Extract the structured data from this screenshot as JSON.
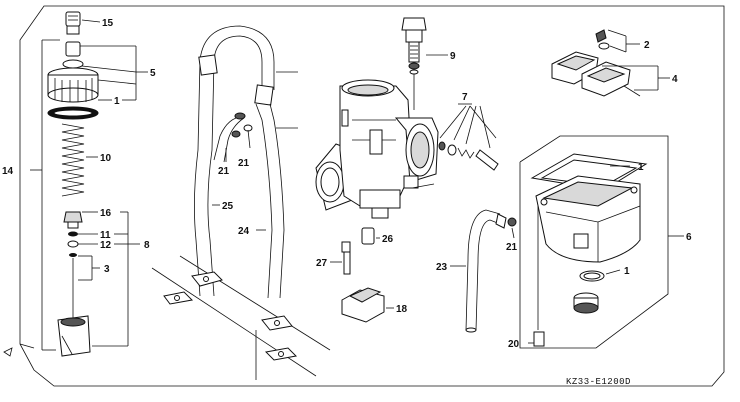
{
  "diagram": {
    "code": "KZ33-E1200D",
    "callouts": [
      {
        "id": "c15",
        "text": "15"
      },
      {
        "id": "c5",
        "text": "5"
      },
      {
        "id": "c1a",
        "text": "1"
      },
      {
        "id": "c10",
        "text": "10"
      },
      {
        "id": "c14",
        "text": "14"
      },
      {
        "id": "c16",
        "text": "16"
      },
      {
        "id": "c11",
        "text": "11"
      },
      {
        "id": "c12",
        "text": "12"
      },
      {
        "id": "c8",
        "text": "8"
      },
      {
        "id": "c3",
        "text": "3"
      },
      {
        "id": "c21a",
        "text": "21"
      },
      {
        "id": "c21b",
        "text": "21"
      },
      {
        "id": "c25",
        "text": "25"
      },
      {
        "id": "c24",
        "text": "24"
      },
      {
        "id": "c9",
        "text": "9"
      },
      {
        "id": "c7",
        "text": "7"
      },
      {
        "id": "c26",
        "text": "26"
      },
      {
        "id": "c27",
        "text": "27"
      },
      {
        "id": "c18",
        "text": "18"
      },
      {
        "id": "c23",
        "text": "23"
      },
      {
        "id": "c21c",
        "text": "21"
      },
      {
        "id": "c2",
        "text": "2"
      },
      {
        "id": "c4",
        "text": "4"
      },
      {
        "id": "c1b",
        "text": "1"
      },
      {
        "id": "c6",
        "text": "6"
      },
      {
        "id": "c1c",
        "text": "1"
      },
      {
        "id": "c20",
        "text": "20"
      }
    ]
  }
}
